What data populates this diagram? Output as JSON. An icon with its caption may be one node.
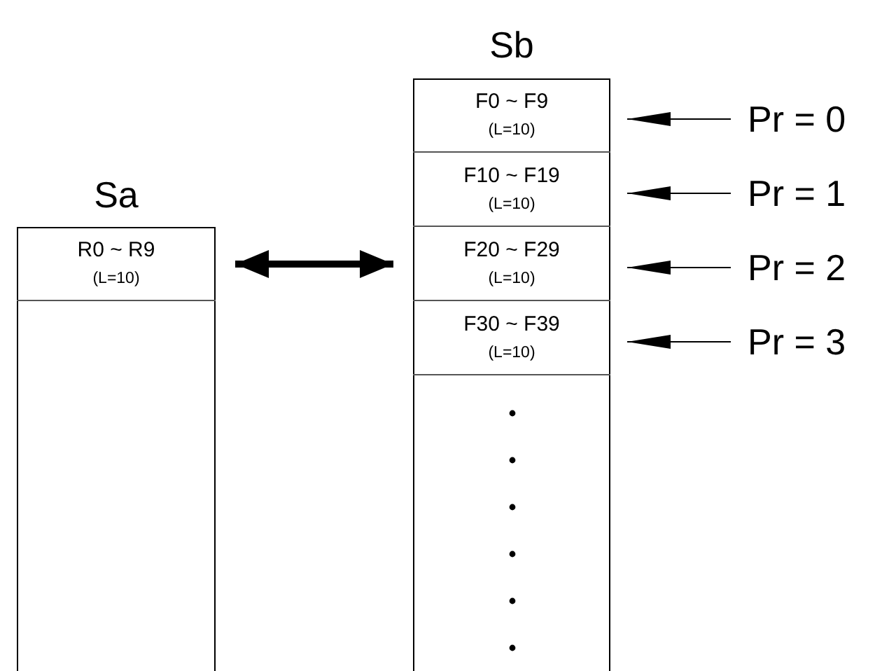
{
  "diagram": {
    "nodes": [
      {
        "text": [
          "Sa"
        ]
      },
      {
        "text": [
          "R0 ~ R9",
          "(L=10)"
        ],
        "in": 0
      },
      {
        "text": [
          "Sb"
        ]
      },
      {
        "text": [
          "F0 ~ F9",
          "(L=10)"
        ],
        "in": 2
      },
      {
        "text": [
          "F10 ~ F19",
          "(L=10)"
        ],
        "in": 2
      },
      {
        "text": [
          "F20 ~ F29",
          "(L=10)"
        ],
        "in": 2
      },
      {
        "text": [
          "F30 ~ F39",
          "(L=10)"
        ],
        "in": 2
      },
      {
        "text": [
          "Pr = 0"
        ]
      },
      {
        "text": [
          "Pr = 1"
        ]
      },
      {
        "text": [
          "Pr = 2"
        ]
      },
      {
        "text": [
          "Pr = 3"
        ]
      }
    ],
    "edges": [
      {
        "from": 1,
        "to": 5,
        "arrow": "both",
        "style": "thick"
      },
      {
        "from": 7,
        "to": 3,
        "arrow": "to"
      },
      {
        "from": 8,
        "to": 4,
        "arrow": "to"
      },
      {
        "from": 9,
        "to": 5,
        "arrow": "to"
      },
      {
        "from": 10,
        "to": 6,
        "arrow": "to"
      }
    ]
  }
}
